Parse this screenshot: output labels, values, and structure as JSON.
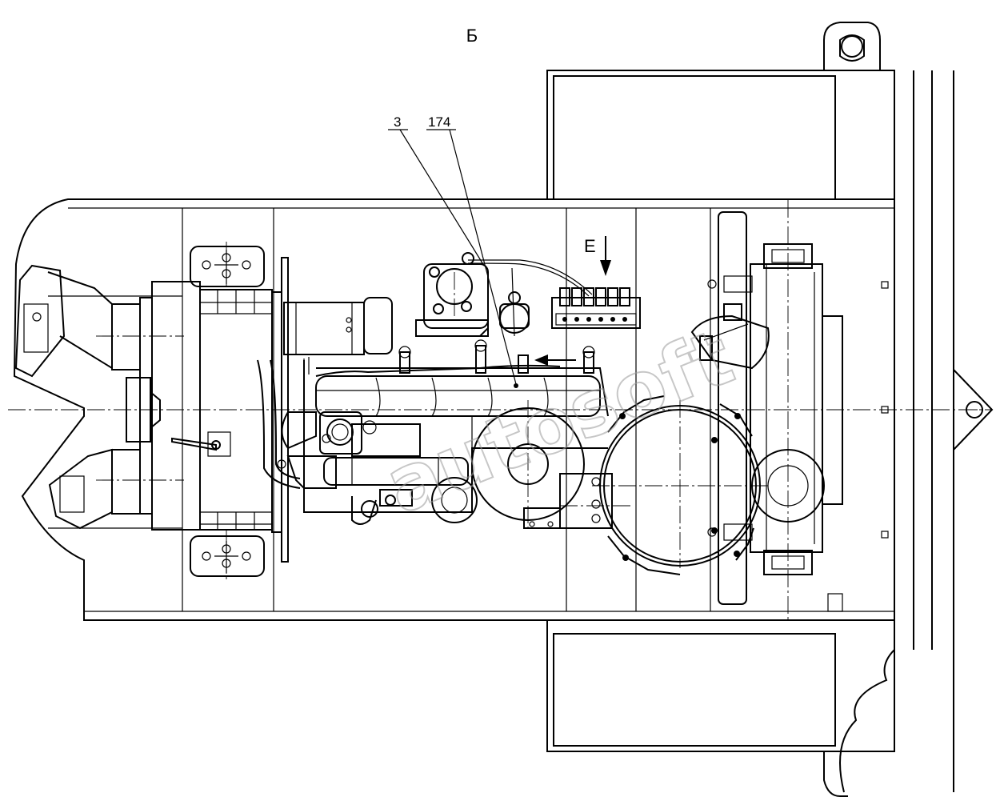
{
  "view": {
    "title": "Б",
    "arrow_label": "Е"
  },
  "callouts": [
    {
      "id": "3",
      "text": "3"
    },
    {
      "id": "174",
      "text": "174"
    }
  ],
  "watermark": "autosoft",
  "colors": {
    "line": "#000000",
    "background": "#ffffff",
    "watermark": "#9a9a9a"
  }
}
